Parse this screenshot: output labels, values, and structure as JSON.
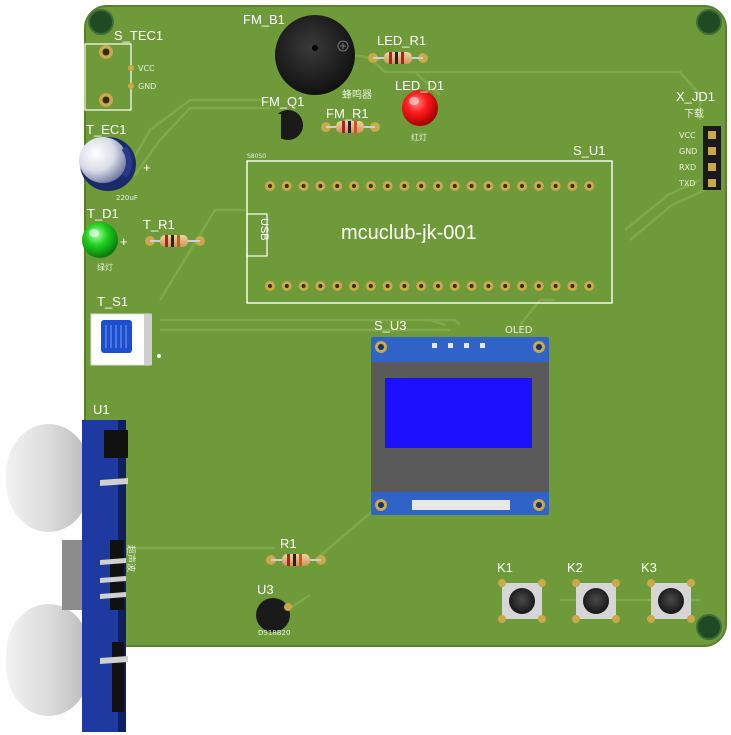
{
  "board": {
    "title": "mcuclub-jk-001",
    "colors": {
      "pcb": "#6f9a3a",
      "trace": "#7fab48",
      "pad": "#c9a94b",
      "oled_glass": "#1b10ff",
      "oled_pcb": "#2f63c8"
    }
  },
  "labels": {
    "s_tec1": "S_TEC1",
    "vcc": "VCC",
    "gnd": "GND",
    "fm_b1": "FM_B1",
    "buzzer_cn": "蜂鸣器",
    "led_r1": "LED_R1",
    "led_d1": "LED_D1",
    "red_cn": "红灯",
    "fm_q1": "FM_Q1",
    "fm_r1": "FM_R1",
    "t_ec1": "T_EC1",
    "cap_val": "220uF",
    "x_jd1": "X_JD1",
    "download_cn": "下载",
    "pin_vcc": "VCC",
    "pin_gnd": "GND",
    "pin_rxd": "RXD",
    "pin_txd": "TXD",
    "s_u1": "S_U1",
    "s8050": "S8050",
    "t_d1": "T_D1",
    "green_cn": "绿灯",
    "t_r1": "T_R1",
    "usb": "USB",
    "t_s1": "T_S1",
    "s_u3": "S_U3",
    "oled": "OLED",
    "u1": "U1",
    "sensor_cn": "超声波",
    "r1": "R1",
    "u3": "U3",
    "ds18b20": "DS18B20",
    "k1": "K1",
    "k2": "K2",
    "k3": "K3"
  },
  "icons": {
    "buzzer": "buzzer-icon",
    "led": "led-icon",
    "capacitor": "capacitor-icon",
    "button": "push-button-icon",
    "oled": "oled-display-icon",
    "ultrasonic": "ultrasonic-sensor-icon",
    "switch": "slide-switch-icon"
  }
}
